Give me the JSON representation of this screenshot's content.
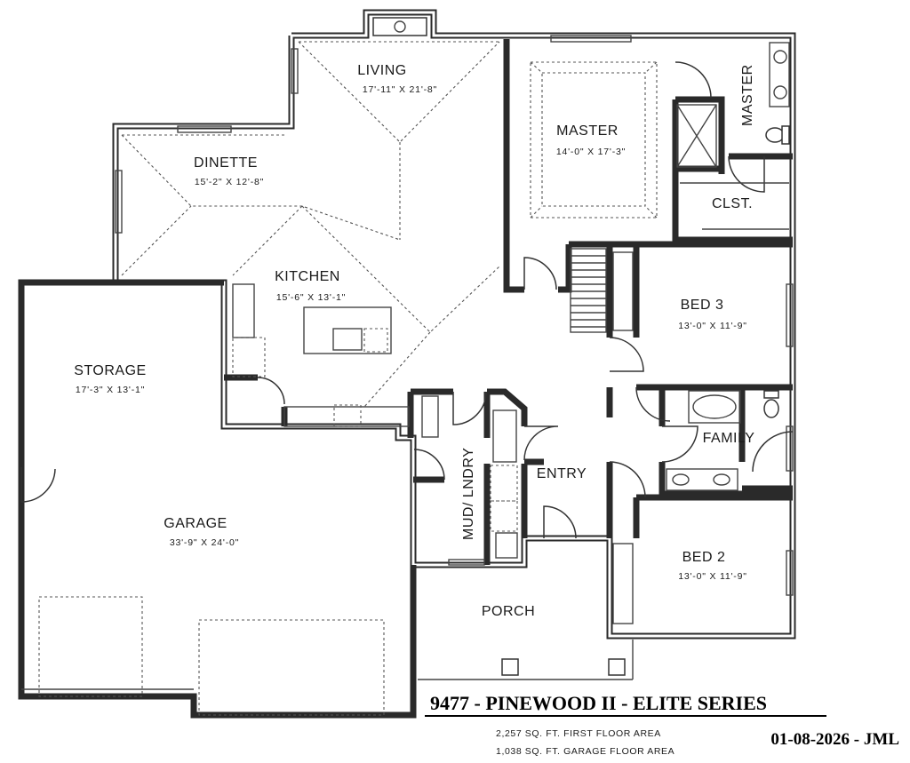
{
  "rooms": {
    "living": {
      "name": "LIVING",
      "dim": "17'-11\" X 21'-8\""
    },
    "dinette": {
      "name": "DINETTE",
      "dim": "15'-2\" X 12'-8\""
    },
    "master_bedroom": {
      "name": "MASTER",
      "dim": "14'-0\" X 17'-3\""
    },
    "master_bath": {
      "name": "MASTER"
    },
    "closet": {
      "name": "CLST."
    },
    "kitchen": {
      "name": "KITCHEN",
      "dim": "15'-6\" X 13'-1\""
    },
    "bed3": {
      "name": "BED 3",
      "dim": "13'-0\" X 11'-9\""
    },
    "storage": {
      "name": "STORAGE",
      "dim": "17'-3\" X 13'-1\""
    },
    "family": {
      "name": "FAMILY"
    },
    "mud_laundry": {
      "name": "MUD/ LNDRY"
    },
    "entry": {
      "name": "ENTRY"
    },
    "garage": {
      "name": "GARAGE",
      "dim": "33'-9\" X 24'-0\""
    },
    "bed2": {
      "name": "BED 2",
      "dim": "13'-0\" X 11'-9\""
    },
    "porch": {
      "name": "PORCH"
    }
  },
  "title_block": {
    "title": "9477 - PINEWOOD II - ELITE SERIES",
    "first_floor_area": "2,257 SQ. FT. FIRST FLOOR AREA",
    "garage_floor_area": "1,038 SQ. FT. GARAGE FLOOR AREA",
    "date_initials": "01-08-2026 - JML"
  }
}
